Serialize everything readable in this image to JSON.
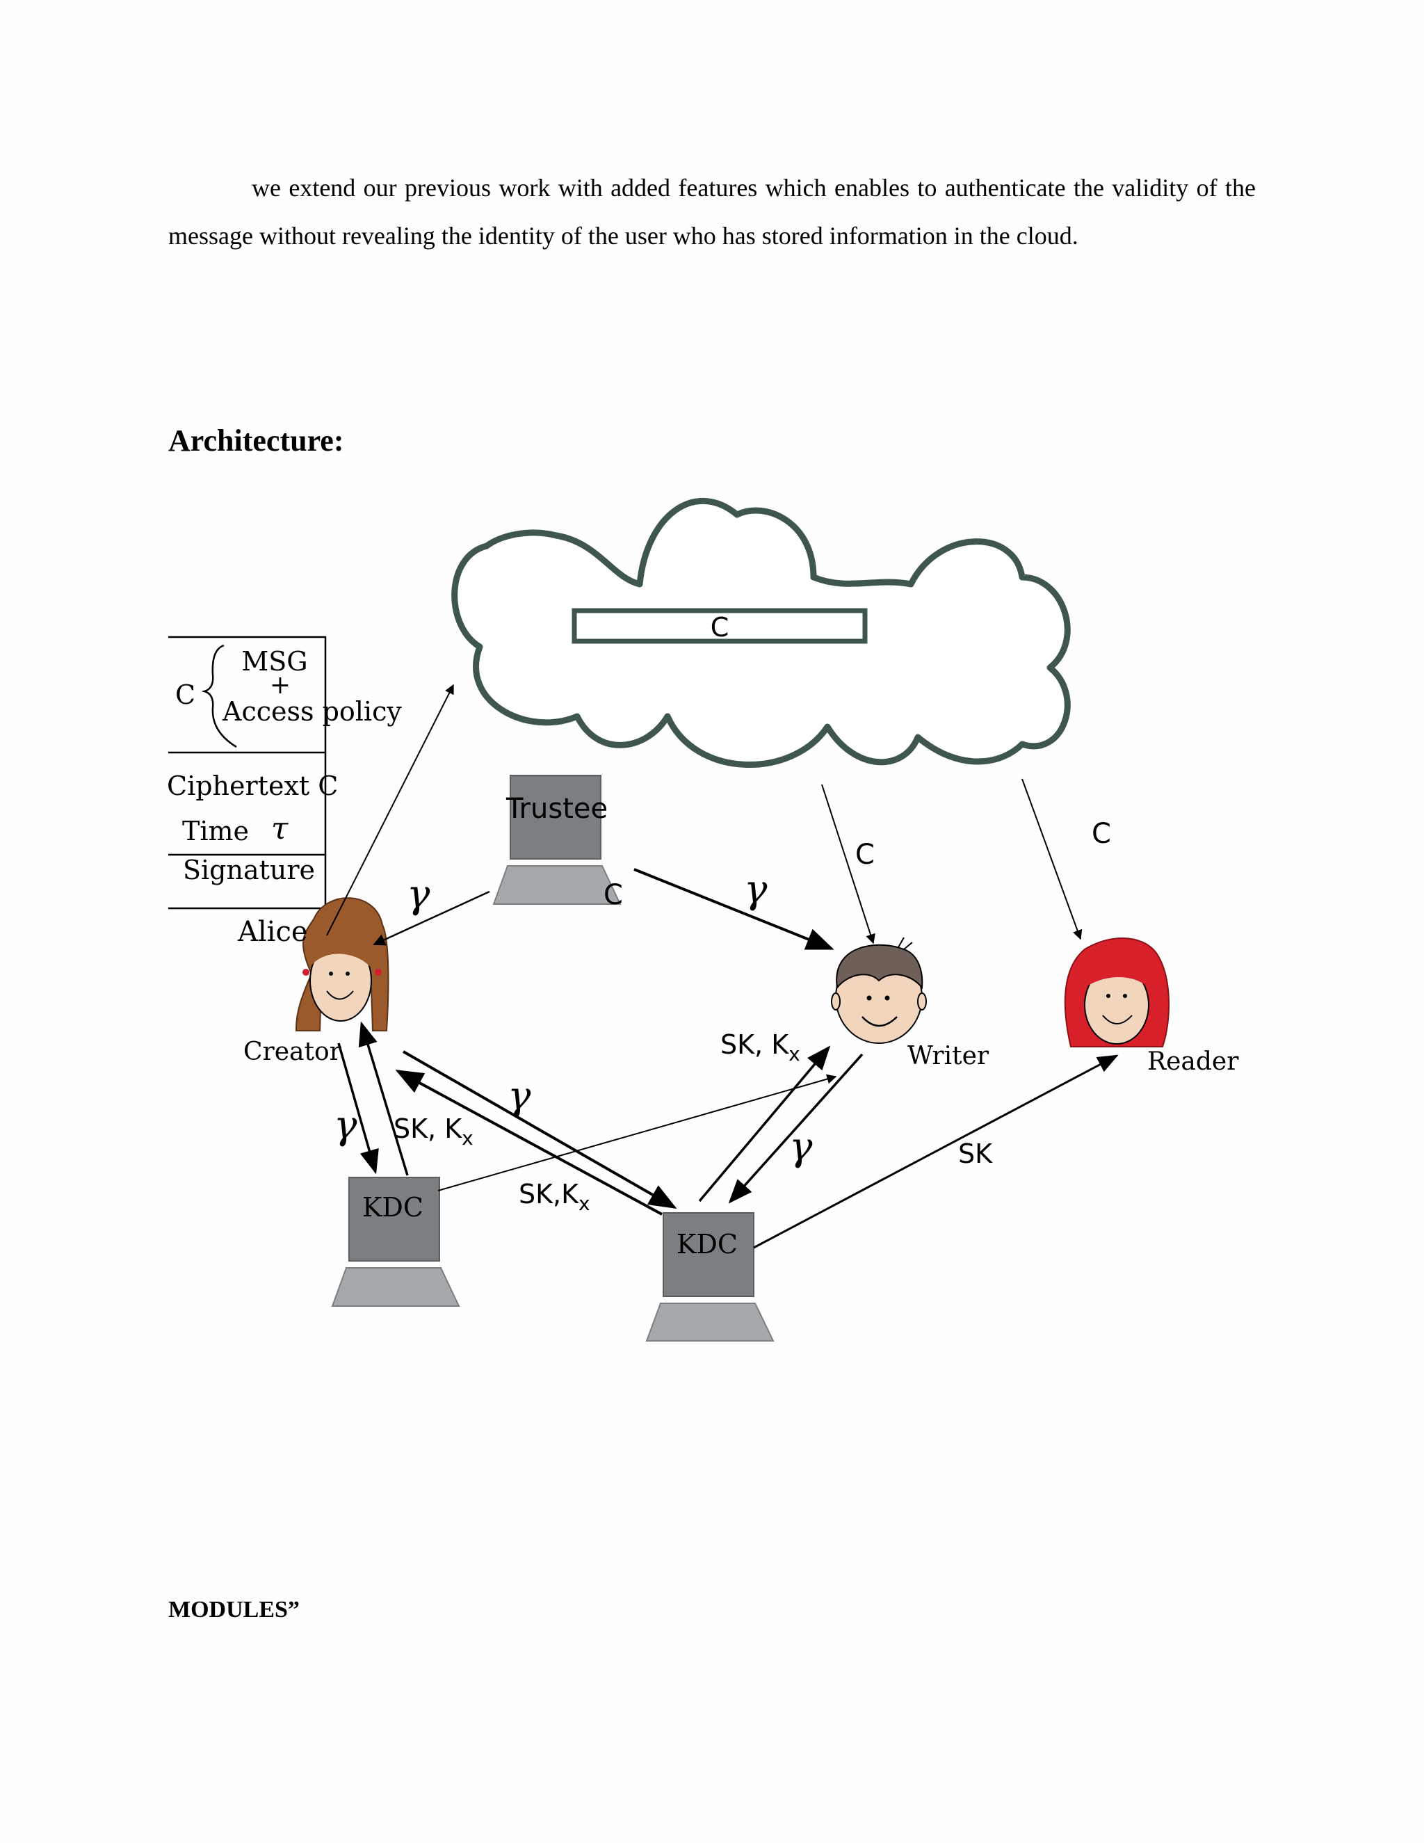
{
  "text": {
    "paragraph": "we extend our previous work with added features which enables to authenticate the validity of the message without revealing the identity of the user who has stored information in the cloud.",
    "heading": "Architecture:",
    "modules": "MODULES”"
  },
  "diagram": {
    "cloud_box_label": "C",
    "table": {
      "c_label": "C",
      "msg": "MSG",
      "plus": "+",
      "access_policy": "Access policy",
      "ciphertext": "Ciphertext C",
      "time": "Time",
      "time_symbol": "τ",
      "signature": "Signature"
    },
    "trustee": "Trustee",
    "trustee_c": "C",
    "alice": "Alice",
    "creator": "Creator",
    "writer": "Writer",
    "reader": "Reader",
    "kdc_left": "KDC",
    "kdc_right": "KDC",
    "edge_c_writer": "C",
    "edge_c_reader": "C",
    "gamma": "γ",
    "sk_kx": "SK, K",
    "sk_kx_tight": "SK,K",
    "sub_x": "x",
    "sk": "SK"
  },
  "colors": {
    "cloud_outline": "#3f5650",
    "computer_body": "#7b7f82",
    "computer_base": "#a6a9ab",
    "skin": "#f2d5bd",
    "alice_hair": "#9b5a2c",
    "writer_hair": "#6e6058",
    "reader_hair": "#d8202a"
  },
  "icons": [
    "cloud-icon",
    "computer-icon",
    "alice-face-icon",
    "writer-face-icon",
    "reader-face-icon"
  ]
}
